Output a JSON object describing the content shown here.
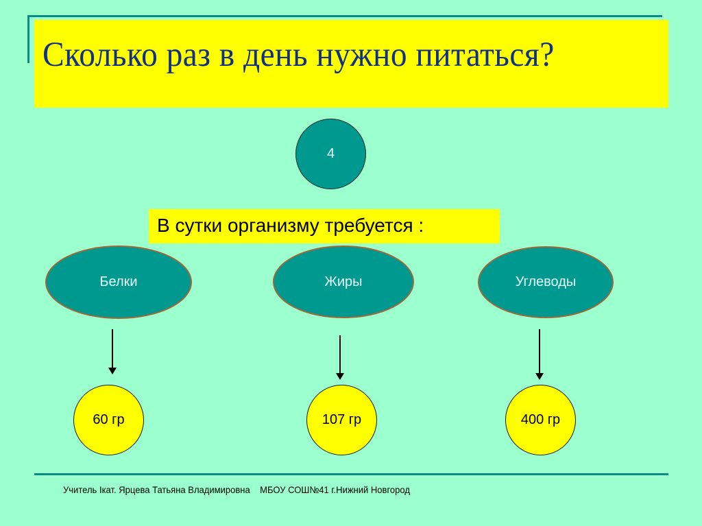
{
  "slide": {
    "title": "Сколько раз в день нужно питаться?",
    "meals_per_day": "4",
    "subtitle": "В сутки организму требуется :",
    "nutrients": [
      {
        "name": "Белки",
        "amount": "60 гр"
      },
      {
        "name": "Жиры",
        "amount": "107 гр"
      },
      {
        "name": "Углеводы",
        "amount": "400 гр"
      }
    ],
    "footer": "Учитель Iкат. Ярцева Татьяна Владимировна    МБОУ СОШ№41 г.Нижний Новгород"
  },
  "colors": {
    "background": "#9cffce",
    "title_box": "#ffff00",
    "title_text": "#10308a",
    "teal_shape": "#009990",
    "ellipse_border": "#a0683a",
    "frame_line": "#0b8a86",
    "amount_circle": "#ffff00"
  }
}
